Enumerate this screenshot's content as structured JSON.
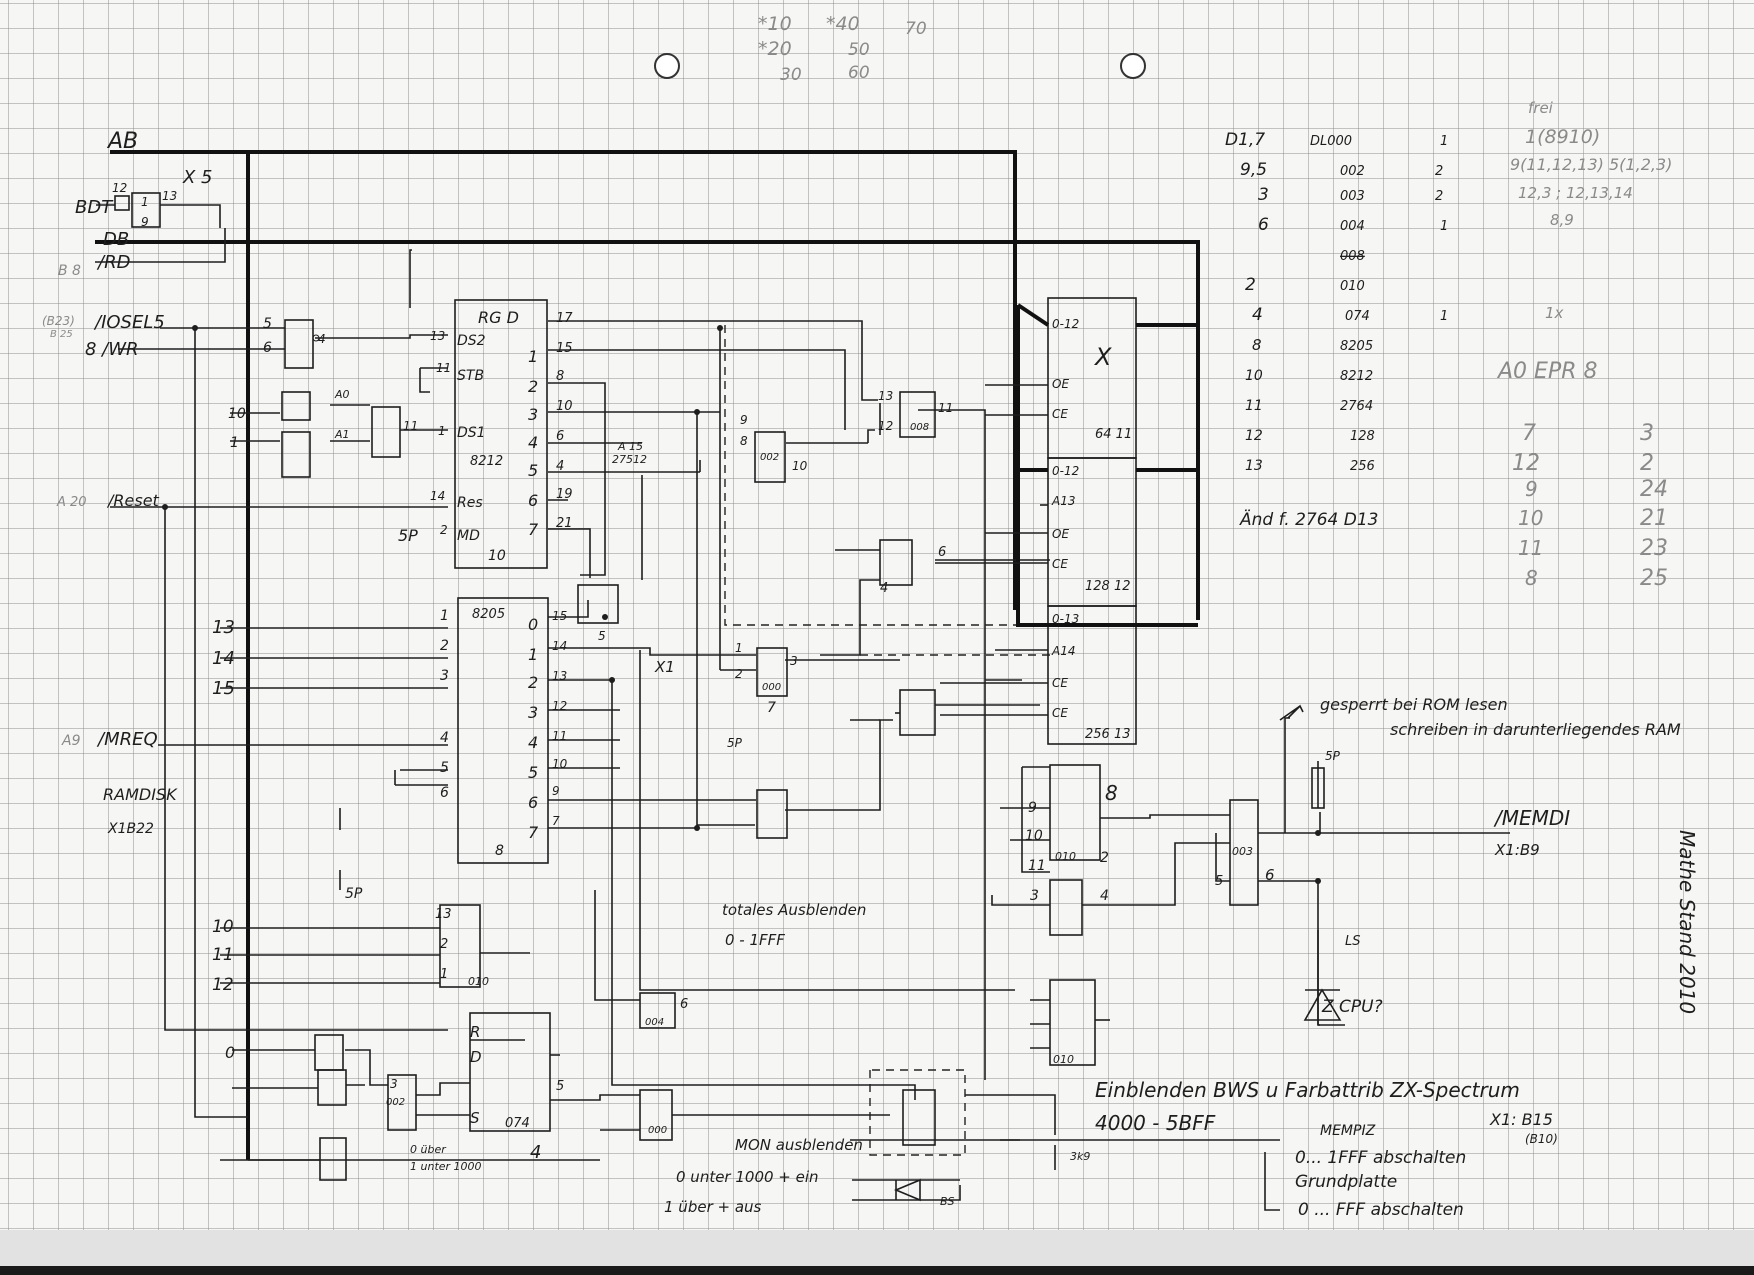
{
  "corner_notes": [
    "*10",
    "*40",
    "70",
    "*20",
    "50",
    "30",
    "60"
  ],
  "top_left": {
    "ab": "AB",
    "db": "DB",
    "rd": "/RD",
    "b8": "B 8",
    "bdt": "BDT",
    "x5": "X 5",
    "p12": "12",
    "p13": "13",
    "p1": "1",
    "p9": "9"
  },
  "left_signals": {
    "b23": "(B23)",
    "b25": "B 25",
    "ioseli": "/IOSEL5",
    "iwr": "8 /WR",
    "p5": "5",
    "p6": "6",
    "p9": "9",
    "p4": "4",
    "p8": "8",
    "p3": "3",
    "p10": "10",
    "p1": "1",
    "a0": "A0",
    "a1": "A1",
    "p11": "11",
    "a20": "A 20",
    "reset": "/Reset",
    "a13": "13",
    "a14": "14",
    "a15": "15",
    "a9": "A9",
    "mreq": "/MREQ",
    "ramdisk": "RAMDISK",
    "x1b22": "X1B22",
    "sp": "5P"
  },
  "latch_8212": {
    "label": "RG D",
    "name": "8212",
    "ds2": "DS2",
    "stb": "STB",
    "ds1": "DS1",
    "res": "Res",
    "md": "MD",
    "p13": "13",
    "p11": "11",
    "p1": "1",
    "p14": "14",
    "p2": "2",
    "sp": "5P",
    "p10": "10",
    "outs": [
      "1",
      "2",
      "3",
      "4",
      "5",
      "6",
      "7"
    ],
    "pins": [
      "17",
      "15",
      "8",
      "10",
      "6",
      "4",
      "19",
      "21"
    ]
  },
  "dec_8205": {
    "name": "8205",
    "in": [
      "1",
      "2",
      "3"
    ],
    "en": [
      "4",
      "5",
      "6"
    ],
    "bottom": "8",
    "outs": [
      "0",
      "1",
      "2",
      "3",
      "4",
      "5",
      "6",
      "7"
    ],
    "pins": [
      "15",
      "14",
      "13",
      "12",
      "11",
      "10",
      "9",
      "7"
    ]
  },
  "mid_gates": {
    "a15": "A 15",
    "c27512": "27512",
    "g_002": "002",
    "g_008": "008",
    "g_000": "000",
    "x1": "X1",
    "p1": "1",
    "p2": "2",
    "p3": "3",
    "p5": "5",
    "p7": "7",
    "p8": "8",
    "p9": "9",
    "p10": "10",
    "p11": "11",
    "p12": "12",
    "p13": "13",
    "p4": "4",
    "p6": "6",
    "sp": "5P"
  },
  "memory_chips": {
    "c6411": "64 11",
    "c12812": "128 12",
    "c25613": "256 13",
    "a012": "0-12",
    "a013": "0-13",
    "a13": "A13",
    "a14": "A14",
    "oe": "OE",
    "ce": "CE",
    "x": "X"
  },
  "right_table": {
    "rows": [
      [
        "D1,7",
        "DL000",
        "1"
      ],
      [
        "9,5",
        "002",
        "2"
      ],
      [
        "3",
        "003",
        "2"
      ],
      [
        "6",
        "004",
        "1"
      ],
      [
        "",
        "008",
        ""
      ],
      [
        "2",
        "010",
        ""
      ],
      [
        "4",
        "074",
        "1"
      ],
      [
        "8",
        "8205",
        ""
      ],
      [
        "10",
        "8212",
        ""
      ],
      [
        "11",
        "2764",
        ""
      ],
      [
        "12",
        "128",
        ""
      ],
      [
        "13",
        "256",
        ""
      ]
    ],
    "frei": "frei",
    "frei_notes": [
      "1(8910)",
      "9(11,12,13) 5(1,2,3)",
      "12,3 ; 12,13,14",
      "8,9",
      "1x"
    ],
    "epr_title": "A0  EPR  8",
    "epr_rows": [
      [
        "7",
        "3"
      ],
      [
        "12",
        "2"
      ],
      [
        "9",
        "24"
      ],
      [
        "10",
        "21"
      ],
      [
        "11",
        "23"
      ],
      [
        "8",
        "25"
      ]
    ],
    "aend": "Änd f. 2764 D13"
  },
  "bottom_logic": {
    "p10": "10",
    "p11": "11",
    "p12": "12",
    "p13": "13",
    "p2": "2",
    "p1": "1",
    "g010": "010",
    "g002": "002",
    "g074": "074",
    "g004": "004",
    "g000": "000",
    "r": "R",
    "d": "D",
    "s": "S",
    "p5": "5",
    "p6": "6",
    "p4": "4",
    "p3": "3",
    "n0": "0",
    "note1": "0 über",
    "note2": "1 unter 1000",
    "total": "totales Ausblenden",
    "range": "0 - 1FFF",
    "mon": "MON ausblenden",
    "m1": "0 unter 1000 + ein",
    "m2": "1 über + aus",
    "bs": "BS"
  },
  "right_logic": {
    "gesperrt": "gesperrt bei ROM lesen",
    "schreiben": "schreiben in darunterliegendes RAM",
    "memdi": "/MEMDI",
    "x1b9": "X1:B9",
    "ls": "LS",
    "sp": "5P",
    "zcpu": "Z CPU?",
    "g003": "003",
    "g010": "010",
    "einblenden": "Einblenden BWS u Farbattrib ZX-Spectrum",
    "range2": "4000 - 5BFF",
    "x1b15": "X1: B15",
    "b10": "(B10)",
    "mempiz": "MEMPIZ",
    "abschalten1": "0... 1FFF abschalten",
    "grundplatte": "Grundplatte",
    "abschalten2": "0 ... FFF abschalten",
    "r3k9": "3k9",
    "p9": "9",
    "p10": "10",
    "p11": "11",
    "p8": "8",
    "p2": "2",
    "p3": "3",
    "p4": "4",
    "p5": "5",
    "p6": "6"
  },
  "signature": "Mathe Stand 2010"
}
